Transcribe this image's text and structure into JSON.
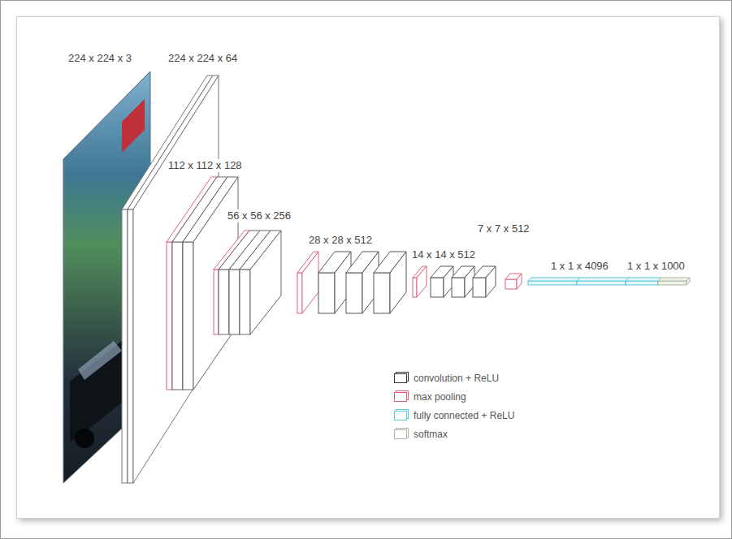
{
  "diagram": {
    "labels": [
      "224 x 224 x 3",
      "224 x 224 x 64",
      "112 x 112 x 128",
      "56 x 56 x 256",
      "28 x 28 x 512",
      "14 x 14 x 512",
      "7 x 7 x 512",
      "1 x 1 x 4096",
      "1 x 1 x 1000"
    ],
    "legend": [
      {
        "text": "convolution + ReLU",
        "color": "#333333"
      },
      {
        "text": "max pooling",
        "color": "#e0607a"
      },
      {
        "text": "fully connected + ReLU",
        "color": "#5bc8dc"
      },
      {
        "text": "softmax",
        "color": "#a8b8a0"
      }
    ]
  }
}
